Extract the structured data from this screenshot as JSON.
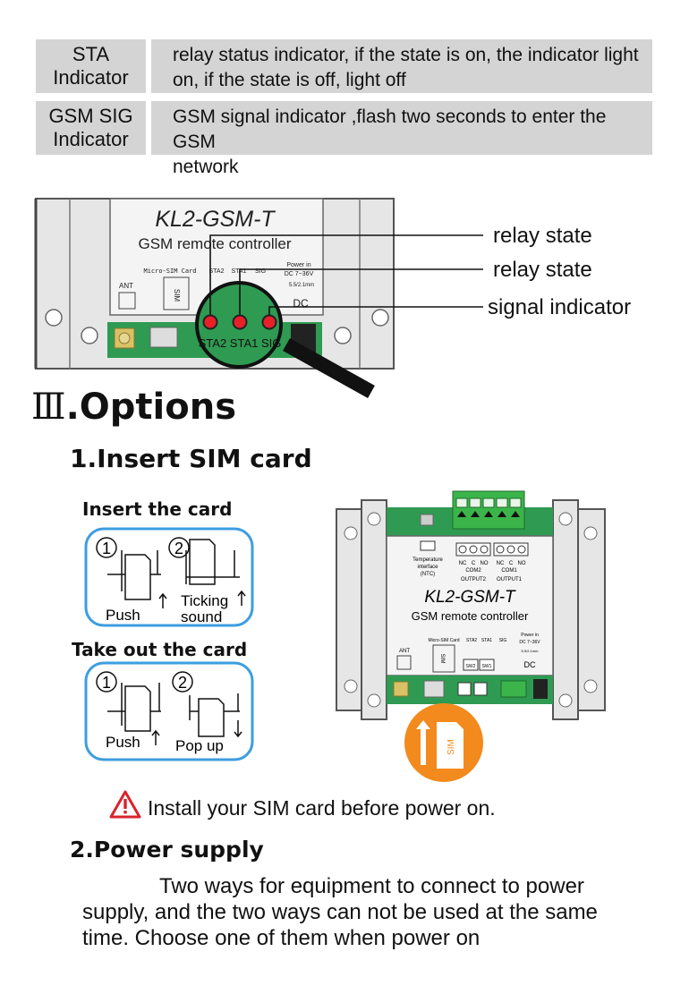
{
  "table": {
    "rows": [
      {
        "name": "STA Indicator",
        "name_line1": "STA",
        "name_line2": "Indicator",
        "desc_line1": "relay status indicator, if the state is on, the indicator light",
        "desc_line2": "on, if the state is off, light off"
      },
      {
        "name": "GSM SIG Indicator",
        "name_line1": "GSM SIG",
        "name_line2": "Indicator",
        "desc_line1": "GSM signal indicator ,flash two seconds to enter the GSM",
        "desc_line2": "network"
      }
    ]
  },
  "device_top": {
    "model": "KL2-GSM-T",
    "subtitle": "GSM remote controller",
    "sim_label": "Micro-SIM Card",
    "ant": "ANT",
    "sim": "SIM",
    "sta2": "STA2",
    "sta1": "STA1",
    "sig": "SIG",
    "power_in": "Power in",
    "dc_range": "DC 7~36V",
    "jack": "5.5/2.1mm",
    "dc": "DC",
    "zoom_labels": "STA2 STA1 SIG",
    "callouts": [
      "relay  state",
      "relay  state",
      "signal  indicator"
    ]
  },
  "section_heading": {
    "numeral": "Ⅲ",
    "title": ".Options"
  },
  "insert_sim": {
    "heading": "1.Insert SIM card",
    "insert_title": "Insert the card",
    "insert_steps": [
      {
        "num": "1",
        "label": "Push"
      },
      {
        "num": "2",
        "label_line1": "Ticking",
        "label_line2": "sound"
      }
    ],
    "takeout_title": "Take out the card",
    "takeout_steps": [
      {
        "num": "1",
        "label": "Push"
      },
      {
        "num": "2",
        "label": "Pop up"
      }
    ]
  },
  "device_main": {
    "temp_label_1": "Temperature",
    "temp_label_2": "interface",
    "temp_label_3": "(NTC)",
    "nc": "NC",
    "com": "C",
    "no": "NO",
    "com2": "COM2",
    "com1": "COM1",
    "output2": "OUTPUT2",
    "output1": "OUTPUT1",
    "model": "KL2-GSM-T",
    "subtitle": "GSM remote controller",
    "ant": "ANT",
    "sim_label": "Micro-SIM Card",
    "sim": "SIM",
    "sta2": "STA2",
    "sta1": "STA1",
    "sig": "SIG",
    "sw2": "SW2",
    "sw1": "SW1",
    "power_in": "Power in",
    "dc_range": "DC 7~36V",
    "jack": "5.5/2.1mm",
    "dc": "DC",
    "sim_card": "SIM"
  },
  "warning": {
    "text": "Install your SIM card before power on."
  },
  "power_supply": {
    "heading": "2.Power supply",
    "line1": "Two  ways for equipment to connect to power",
    "line2": "supply, and the two ways can not be used at the same",
    "line3": "time. Choose one of them when power on"
  },
  "colors": {
    "green_board": "#2f9a52",
    "led_red": "#e8202a",
    "orange": "#f28a1d",
    "blue_frame": "#3d9ee0",
    "warn_red": "#d9232d",
    "terminal_green": "#3bb54a"
  }
}
